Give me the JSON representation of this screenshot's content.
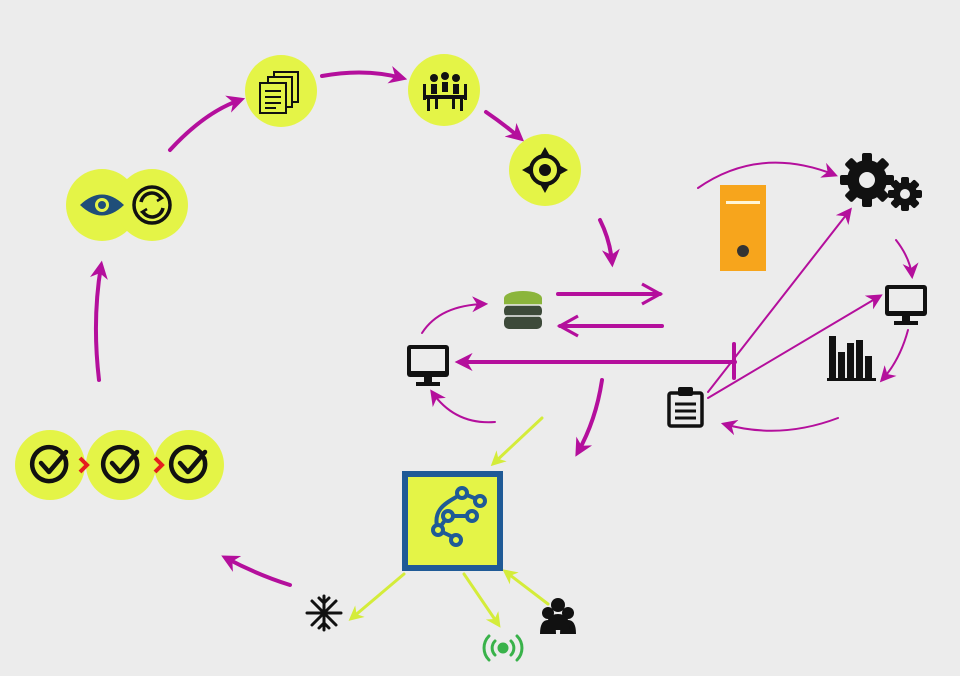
{
  "colors": {
    "background": "#ececec",
    "circle_fill": "#e4f447",
    "primary_arrow": "#b40f9c",
    "secondary_arrow": "#d4ec3a",
    "icon_dark": "#111111",
    "eye_blue": "#1f4e79",
    "chevron_red": "#e51e1e",
    "server_orange": "#f7a51c",
    "database_green": "#8bb53c",
    "database_dark": "#3d4a3a",
    "signal_green": "#39b24a",
    "hub_border": "#1f5a96"
  },
  "nodes": [
    {
      "name": "documents-node",
      "icon": "documents-icon"
    },
    {
      "name": "meeting-node",
      "icon": "meeting-icon"
    },
    {
      "name": "target-node",
      "icon": "target-icon"
    },
    {
      "name": "monitor-sync-node",
      "icon": "eye-icon"
    },
    {
      "name": "approval-chain",
      "icon": "check-circle-icon"
    },
    {
      "name": "database-node",
      "icon": "database-icon"
    },
    {
      "name": "server-node",
      "icon": "server-icon"
    },
    {
      "name": "settings-node",
      "icon": "gears-icon"
    },
    {
      "name": "computer-right",
      "icon": "monitor-icon"
    },
    {
      "name": "computer-left",
      "icon": "monitor-icon"
    },
    {
      "name": "bar-chart-node",
      "icon": "bar-chart-icon"
    },
    {
      "name": "clipboard-node",
      "icon": "clipboard-icon"
    },
    {
      "name": "workflow-hub",
      "icon": "workflow-icon"
    },
    {
      "name": "snowflake-node",
      "icon": "snowflake-icon"
    },
    {
      "name": "broadcast-node",
      "icon": "broadcast-icon"
    },
    {
      "name": "users-node",
      "icon": "users-icon"
    }
  ]
}
